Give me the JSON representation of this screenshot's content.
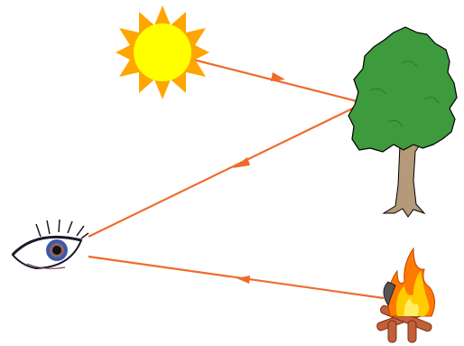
{
  "diagram": {
    "objects": [
      {
        "id": "sun",
        "icon": "sun-icon"
      },
      {
        "id": "tree",
        "icon": "tree-icon"
      },
      {
        "id": "eye",
        "icon": "eye-icon"
      },
      {
        "id": "campfire",
        "icon": "campfire-icon"
      }
    ],
    "rays": [
      {
        "from": "sun",
        "to": "tree"
      },
      {
        "from": "tree",
        "to": "eye"
      },
      {
        "from": "campfire",
        "to": "eye"
      }
    ],
    "colors": {
      "ray": "#f06a2a",
      "sun_fill": "#ffff00",
      "sun_rays": "#ffa500",
      "tree_leaves": "#3d9a3d",
      "tree_trunk": "#b49a78",
      "fire": "#ff7a00",
      "logs": "#c2603a",
      "iris": "#3a5aa8"
    }
  }
}
